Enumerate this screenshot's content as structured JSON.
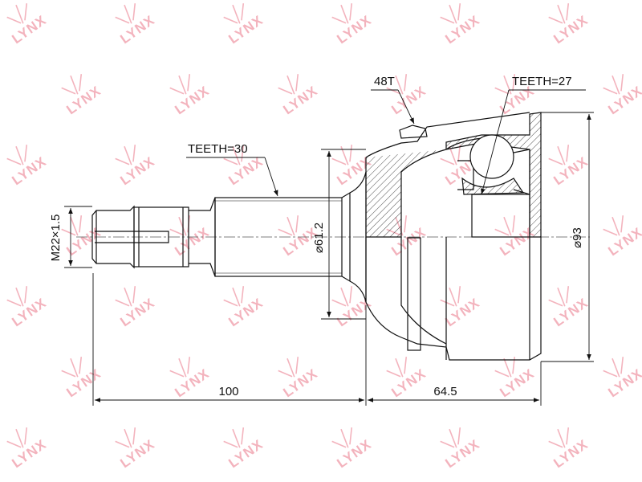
{
  "watermark": {
    "text": "LYNX",
    "color": "#f3b3bd"
  },
  "callouts": {
    "outer_splines": "48T",
    "inner_splines": "TEETH=27",
    "shaft_splines": "TEETH=30"
  },
  "dimensions": {
    "thread": "M22×1.5",
    "shaft_diameter": "⌀61.2",
    "housing_diameter": "⌀93",
    "stub_length": "100",
    "housing_length": "64.5"
  },
  "colors": {
    "line": "#111111",
    "hatch": "#222222",
    "background": "#ffffff"
  }
}
